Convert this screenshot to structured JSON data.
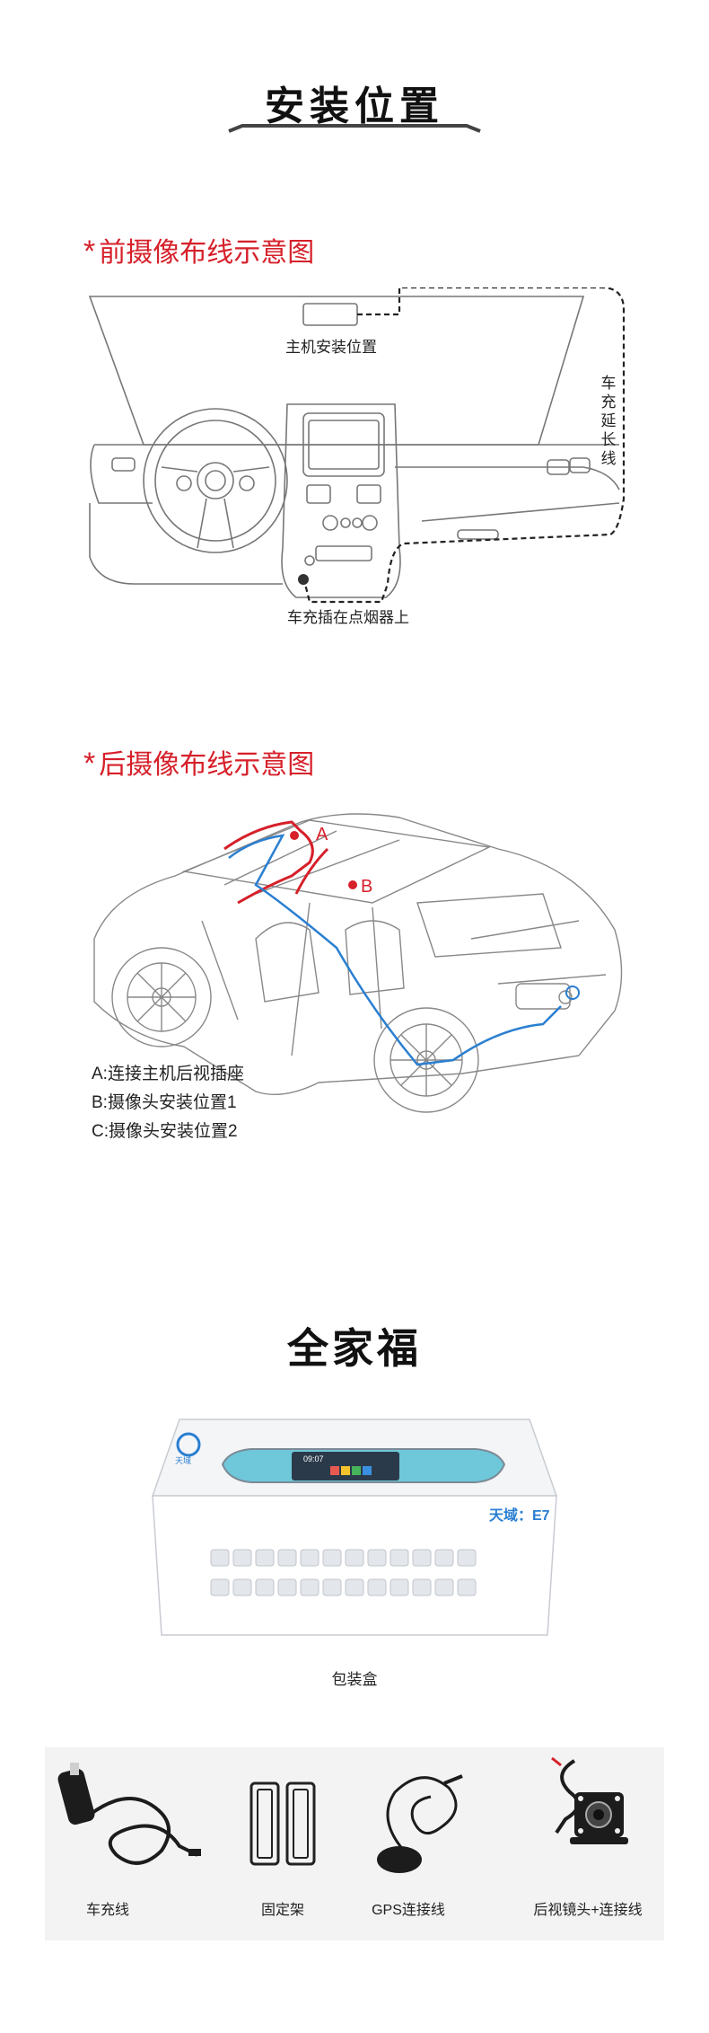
{
  "install": {
    "title": "安装位置"
  },
  "front": {
    "heading_mark": "*",
    "heading": "前摄像布线示意图",
    "host_position": "主机安装位置",
    "extension_cable": [
      "车",
      "充",
      "延",
      "长",
      "线"
    ],
    "lighter_note": "车充插在点烟器上"
  },
  "rear": {
    "heading_mark": "*",
    "heading": "后摄像布线示意图",
    "label_a": "A",
    "label_b": "B",
    "legend": [
      "A:连接主机后视插座",
      "B:摄像头安装位置1",
      "C:摄像头安装位置2"
    ]
  },
  "family": {
    "title": "全家福",
    "box_logo_text": "天域",
    "box_model": "天域：E7",
    "box_time": "09:07",
    "box_caption": "包装盒"
  },
  "accessories": [
    {
      "label": "车充线",
      "icon": "car-charger-cable-icon"
    },
    {
      "label": "固定架",
      "icon": "mount-bracket-icon"
    },
    {
      "label": "GPS连接线",
      "icon": "gps-antenna-icon"
    },
    {
      "label": "后视镜头+连接线",
      "icon": "rear-camera-icon"
    }
  ],
  "colors": {
    "accent_red": "#d6202a",
    "wire_blue": "#2a7fd1",
    "accessory_bg": "#f3f3f3"
  }
}
